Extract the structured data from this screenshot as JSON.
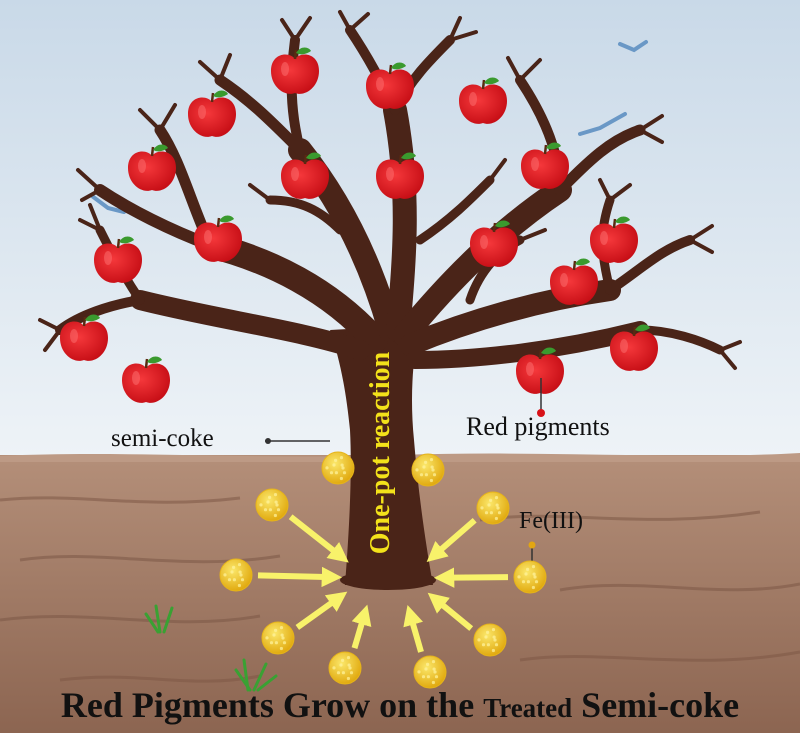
{
  "labels": {
    "semi_coke": "semi-coke",
    "red_pigments": "Red pigments",
    "fe_iii": "Fe(III)",
    "trunk": "One-pot reaction"
  },
  "title": {
    "part1": "Red Pigments Grow on the",
    "part2": "Treated",
    "part3": "Semi-coke"
  },
  "colors": {
    "sky": "#e3ecf3",
    "soil": "#a27d68",
    "trunk": "#4a2418",
    "apple": "#e0131c",
    "leaf": "#3a9a2e",
    "fe_ball": "#f2c51e",
    "arrow": "#f8f26a",
    "trunk_text": "#f3e21a"
  },
  "icons": [
    "tree-icon",
    "apple-icon",
    "bird-icon",
    "fe-particle-icon",
    "arrow-icon",
    "grass-icon"
  ]
}
